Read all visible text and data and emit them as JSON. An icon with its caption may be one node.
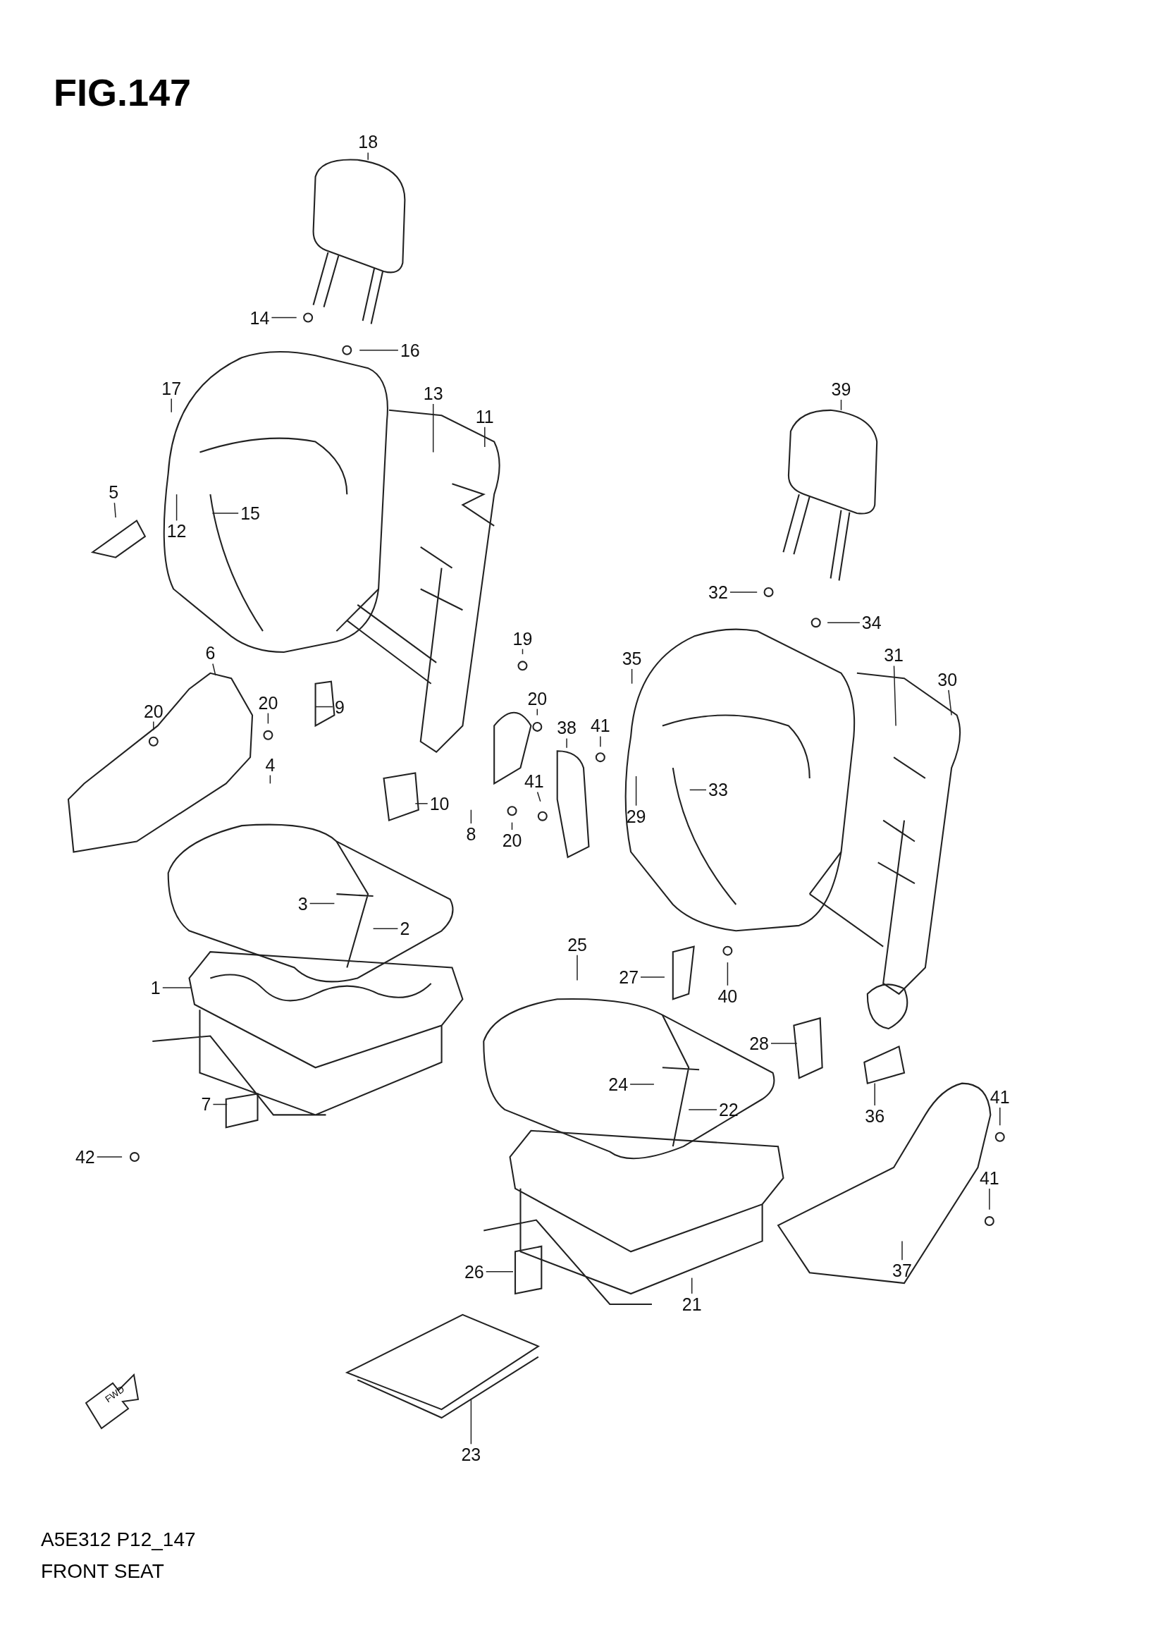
{
  "diagram": {
    "title": "FIG.147",
    "nodes": [
      {
        "text": [
          "18"
        ]
      },
      {
        "text": [
          "14"
        ]
      },
      {
        "text": [
          "16"
        ]
      },
      {
        "text": [
          "17"
        ]
      },
      {
        "text": [
          "13"
        ]
      },
      {
        "text": [
          "11"
        ]
      },
      {
        "text": [
          "5"
        ]
      },
      {
        "text": [
          "15"
        ]
      },
      {
        "text": [
          "12"
        ]
      },
      {
        "text": [
          "39"
        ]
      },
      {
        "text": [
          "32"
        ]
      },
      {
        "text": [
          "34"
        ]
      },
      {
        "text": [
          "19"
        ]
      },
      {
        "text": [
          "6"
        ]
      },
      {
        "text": [
          "35"
        ]
      },
      {
        "text": [
          "31"
        ]
      },
      {
        "text": [
          "30"
        ]
      },
      {
        "text": [
          "20"
        ]
      },
      {
        "text": [
          "20"
        ]
      },
      {
        "text": [
          "9"
        ]
      },
      {
        "text": [
          "20"
        ]
      },
      {
        "text": [
          "38"
        ]
      },
      {
        "text": [
          "41"
        ]
      },
      {
        "text": [
          "4"
        ]
      },
      {
        "text": [
          "10"
        ]
      },
      {
        "text": [
          "41"
        ]
      },
      {
        "text": [
          "8"
        ]
      },
      {
        "text": [
          "20"
        ]
      },
      {
        "text": [
          "29"
        ]
      },
      {
        "text": [
          "33"
        ]
      },
      {
        "text": [
          "3"
        ]
      },
      {
        "text": [
          "2"
        ]
      },
      {
        "text": [
          "1"
        ]
      },
      {
        "text": [
          "25"
        ]
      },
      {
        "text": [
          "27"
        ]
      },
      {
        "text": [
          "40"
        ]
      },
      {
        "text": [
          "28"
        ]
      },
      {
        "text": [
          "24"
        ]
      },
      {
        "text": [
          "22"
        ]
      },
      {
        "text": [
          "36"
        ]
      },
      {
        "text": [
          "7"
        ]
      },
      {
        "text": [
          "41"
        ]
      },
      {
        "text": [
          "42"
        ]
      },
      {
        "text": [
          "41"
        ]
      },
      {
        "text": [
          "26"
        ]
      },
      {
        "text": [
          "21"
        ]
      },
      {
        "text": [
          "37"
        ]
      },
      {
        "text": [
          "23"
        ]
      }
    ],
    "edges": [
      {
        "from": 0,
        "to": null,
        "arrow": "none"
      },
      {
        "from": 1,
        "to": null,
        "arrow": "none"
      },
      {
        "from": 2,
        "to": null,
        "arrow": "none"
      },
      {
        "from": 3,
        "to": null,
        "arrow": "none"
      },
      {
        "from": 4,
        "to": null,
        "arrow": "none"
      },
      {
        "from": 5,
        "to": null,
        "arrow": "none"
      },
      {
        "from": 6,
        "to": null,
        "arrow": "none"
      },
      {
        "from": 7,
        "to": null,
        "arrow": "none"
      },
      {
        "from": 8,
        "to": null,
        "arrow": "none"
      },
      {
        "from": 9,
        "to": null,
        "arrow": "none"
      },
      {
        "from": 10,
        "to": null,
        "arrow": "none"
      },
      {
        "from": 11,
        "to": null,
        "arrow": "none"
      },
      {
        "from": 12,
        "to": null,
        "arrow": "none"
      },
      {
        "from": 13,
        "to": null,
        "arrow": "none"
      },
      {
        "from": 14,
        "to": null,
        "arrow": "none"
      },
      {
        "from": 15,
        "to": null,
        "arrow": "none"
      },
      {
        "from": 16,
        "to": null,
        "arrow": "none"
      },
      {
        "from": 17,
        "to": null,
        "arrow": "none"
      },
      {
        "from": 18,
        "to": null,
        "arrow": "none"
      },
      {
        "from": 19,
        "to": null,
        "arrow": "none"
      },
      {
        "from": 20,
        "to": null,
        "arrow": "none"
      },
      {
        "from": 21,
        "to": null,
        "arrow": "none"
      },
      {
        "from": 22,
        "to": null,
        "arrow": "none"
      },
      {
        "from": 23,
        "to": null,
        "arrow": "none"
      },
      {
        "from": 24,
        "to": null,
        "arrow": "none"
      },
      {
        "from": 25,
        "to": null,
        "arrow": "none"
      },
      {
        "from": 26,
        "to": null,
        "arrow": "none"
      },
      {
        "from": 27,
        "to": null,
        "arrow": "none"
      },
      {
        "from": 28,
        "to": null,
        "arrow": "none"
      },
      {
        "from": 29,
        "to": null,
        "arrow": "none"
      },
      {
        "from": 30,
        "to": null,
        "arrow": "none"
      },
      {
        "from": 31,
        "to": null,
        "arrow": "none"
      },
      {
        "from": 32,
        "to": null,
        "arrow": "none"
      },
      {
        "from": 33,
        "to": null,
        "arrow": "none"
      },
      {
        "from": 34,
        "to": null,
        "arrow": "none"
      },
      {
        "from": 35,
        "to": null,
        "arrow": "none"
      },
      {
        "from": 36,
        "to": null,
        "arrow": "none"
      },
      {
        "from": 37,
        "to": null,
        "arrow": "none"
      },
      {
        "from": 38,
        "to": null,
        "arrow": "none"
      },
      {
        "from": 39,
        "to": null,
        "arrow": "none"
      },
      {
        "from": 40,
        "to": null,
        "arrow": "none"
      },
      {
        "from": 41,
        "to": null,
        "arrow": "none"
      },
      {
        "from": 42,
        "to": null,
        "arrow": "none"
      },
      {
        "from": 43,
        "to": null,
        "arrow": "none"
      },
      {
        "from": 44,
        "to": null,
        "arrow": "none"
      },
      {
        "from": 45,
        "to": null,
        "arrow": "none"
      },
      {
        "from": 46,
        "to": null,
        "arrow": "none"
      },
      {
        "from": 47,
        "to": null,
        "arrow": "none"
      }
    ],
    "labels": [
      "FWD",
      "A5E312 P12_147",
      "FRONT SEAT"
    ]
  }
}
